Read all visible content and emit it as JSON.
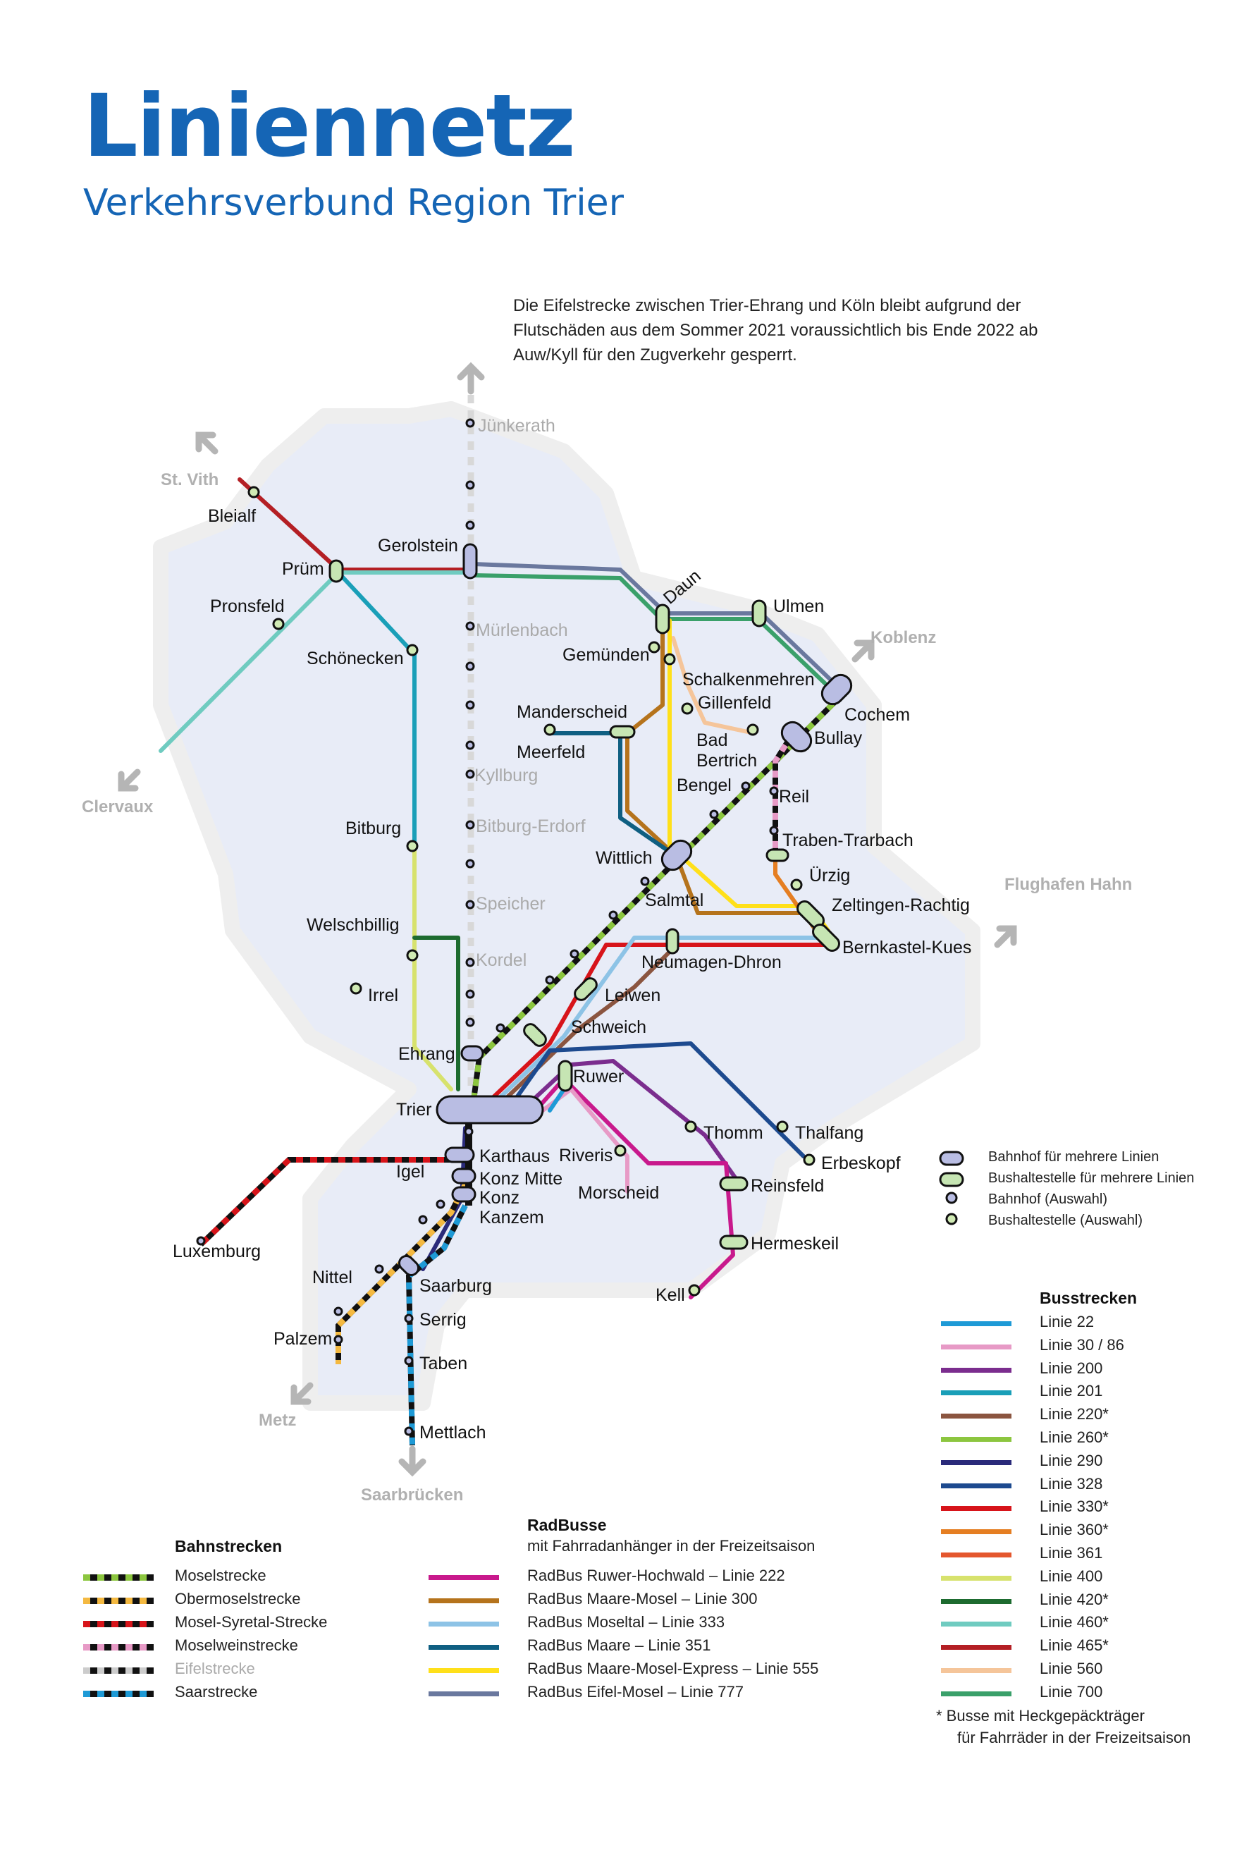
{
  "header": {
    "title": "Liniennetz",
    "subtitle": "Verkehrsverbund Region Trier"
  },
  "notice": "Die Eifelstrecke zwischen Trier-Ehrang und Köln bleibt aufgrund der Flutschäden aus dem Sommer 2021 voraussichtlich bis Ende 2022 ab Auw/Kyll für den Zugverkehr gesperrt.",
  "directions": {
    "st_vith": "St. Vith",
    "clervaux": "Clervaux",
    "koblenz": "Koblenz",
    "flughafen_hahn": "Flughafen Hahn",
    "metz": "Metz",
    "saarbruecken": "Saarbrücken"
  },
  "stations": {
    "bleialf": "Bleialf",
    "pruem": "Prüm",
    "pronsfeld": "Pronsfeld",
    "gerolstein": "Gerolstein",
    "juenkerath": "Jünkerath",
    "muerlenbach": "Mürlenbach",
    "kyllburg": "Kyllburg",
    "bitburg_erdorf": "Bitburg-Erdorf",
    "speicher": "Speicher",
    "kordel": "Kordel",
    "schoenecken": "Schönecken",
    "bitburg": "Bitburg",
    "welschbillig": "Welschbillig",
    "irrel": "Irrel",
    "ehrang": "Ehrang",
    "trier": "Trier",
    "daun": "Daun",
    "ulmen": "Ulmen",
    "gemuenden": "Gemünden",
    "schalkenmehren": "Schalkenmehren",
    "gillenfeld": "Gillenfeld",
    "cochem": "Cochem",
    "bullay": "Bullay",
    "manderscheid": "Manderscheid",
    "meerfeld": "Meerfeld",
    "bad_bertrich_1": "Bad",
    "bad_bertrich_2": "Bertrich",
    "bengel": "Bengel",
    "reil": "Reil",
    "traben_trarbach": "Traben-Trarbach",
    "uerzig": "Ürzig",
    "zeltingen": "Zeltingen-Rachtig",
    "bernkastel": "Bernkastel-Kues",
    "wittlich": "Wittlich",
    "salmtal": "Salmtal",
    "neumagen": "Neumagen-Dhron",
    "leiwen": "Leiwen",
    "schweich": "Schweich",
    "ruwer": "Ruwer",
    "thomm": "Thomm",
    "thalfang": "Thalfang",
    "erbeskopf": "Erbeskopf",
    "riveris": "Riveris",
    "morscheid": "Morscheid",
    "reinsfeld": "Reinsfeld",
    "hermeskeil": "Hermeskeil",
    "kell": "Kell",
    "karthaus": "Karthaus",
    "igel": "Igel",
    "konz_mitte": "Konz Mitte",
    "konz": "Konz",
    "kanzem": "Kanzem",
    "luxemburg": "Luxemburg",
    "nittel": "Nittel",
    "saarburg": "Saarburg",
    "serrig": "Serrig",
    "palzem": "Palzem",
    "taben": "Taben",
    "mettlach": "Mettlach"
  },
  "stop_legend": {
    "items": [
      "Bahnhof für mehrere Linien",
      "Bushaltestelle für mehrere Linien",
      "Bahnhof (Auswahl)",
      "Bushaltestelle (Auswahl)"
    ]
  },
  "bus_legend": {
    "title": "Busstrecken",
    "items": [
      {
        "label": "Linie 22",
        "color": "#1e9ad6"
      },
      {
        "label": "Linie 30 / 86",
        "color": "#e79ac6"
      },
      {
        "label": "Linie 200",
        "color": "#7b2d8e"
      },
      {
        "label": "Linie 201",
        "color": "#1a9fb8"
      },
      {
        "label": "Linie 220*",
        "color": "#8b5540"
      },
      {
        "label": "Linie 260*",
        "color": "#8cc63f"
      },
      {
        "label": "Linie 290",
        "color": "#2a2a7a"
      },
      {
        "label": "Linie 328",
        "color": "#1d4a8f"
      },
      {
        "label": "Linie 330*",
        "color": "#d7141a"
      },
      {
        "label": "Linie 360*",
        "color": "#e57e22"
      },
      {
        "label": "Linie 361",
        "color": "#e4572e"
      },
      {
        "label": "Linie 400",
        "color": "#d7e26d"
      },
      {
        "label": "Linie 420*",
        "color": "#1d6b2f"
      },
      {
        "label": "Linie 460*",
        "color": "#6fcbc0"
      },
      {
        "label": "Linie 465*",
        "color": "#b41f24"
      },
      {
        "label": "Linie 560",
        "color": "#f5c59a"
      },
      {
        "label": "Linie 700",
        "color": "#3aa06a"
      }
    ]
  },
  "rail_legend": {
    "title": "Bahnstrecken",
    "items": [
      {
        "label": "Moselstrecke",
        "color": "#8cc63f"
      },
      {
        "label": "Obermoselstrecke",
        "color": "#f4b941"
      },
      {
        "label": "Mosel-Syretal-Strecke",
        "color": "#d7141a"
      },
      {
        "label": "Moselweinstrecke",
        "color": "#e79ac6"
      },
      {
        "label": "Eifelstrecke",
        "color": "#cccccc"
      },
      {
        "label": "Saarstrecke",
        "color": "#1e9ad6"
      }
    ]
  },
  "radbus_legend": {
    "title": "RadBusse",
    "subtitle": "mit Fahrradanhänger in der Freizeitsaison",
    "items": [
      {
        "label": "RadBus Ruwer-Hochwald – Linie 222",
        "color": "#c8198c"
      },
      {
        "label": "RadBus Maare-Mosel – Linie 300",
        "color": "#b5731c"
      },
      {
        "label": "RadBus Moseltal – Linie 333",
        "color": "#8dc3e6"
      },
      {
        "label": "RadBus Maare – Linie 351",
        "color": "#0f5f82"
      },
      {
        "label": "RadBus Maare-Mosel-Express – Linie 555",
        "color": "#ffe01a"
      },
      {
        "label": "RadBus Eifel-Mosel – Linie 777",
        "color": "#6a789e"
      }
    ]
  },
  "footnote": [
    "* Busse mit Heckgepäckträger",
    "für Fahrräder in der Freizeitsaison"
  ]
}
